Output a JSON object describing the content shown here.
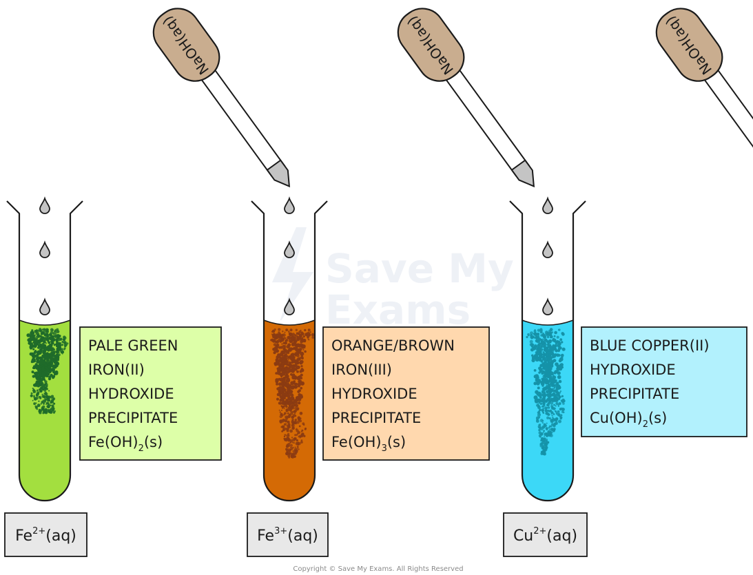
{
  "watermark": {
    "line1": "Save My",
    "line2": "Exams"
  },
  "copyright": "Copyright © Save My Exams. All Rights Reserved",
  "setups": [
    {
      "dropper_label": "NaOH(aq)",
      "solution_color": "#a3df3f",
      "precipitate_color": "#1f6b2a",
      "box_color": "#ddffa8",
      "description_lines": [
        "PALE   GREEN",
        "IRON(II)",
        "HYDROXIDE",
        "PRECIPITATE"
      ],
      "formula": {
        "prefix": "Fe(OH)",
        "subscript": "2",
        "suffix": "(s)"
      },
      "ion": {
        "symbol": "Fe",
        "charge": "2+",
        "state": "(aq)"
      }
    },
    {
      "dropper_label": "NaOH(aq)",
      "solution_color": "#d46a05",
      "precipitate_color": "#8b3b12",
      "box_color": "#ffd8ae",
      "description_lines": [
        "ORANGE/BROWN",
        "IRON(III)",
        "HYDROXIDE",
        "PRECIPITATE"
      ],
      "formula": {
        "prefix": "Fe(OH)",
        "subscript": "3",
        "suffix": "(s)"
      },
      "ion": {
        "symbol": "Fe",
        "charge": "3+",
        "state": "(aq)"
      }
    },
    {
      "dropper_label": "NaOH(aq)",
      "solution_color": "#3cd8f7",
      "precipitate_color": "#1592a8",
      "box_color": "#b2f1fd",
      "description_lines": [
        "BLUE   COPPER(II)",
        "HYDROXIDE",
        "PRECIPITATE"
      ],
      "formula": {
        "prefix": "Cu(OH)",
        "subscript": "2",
        "suffix": "(s)"
      },
      "ion": {
        "symbol": "Cu",
        "charge": "2+",
        "state": "(aq)"
      }
    }
  ]
}
